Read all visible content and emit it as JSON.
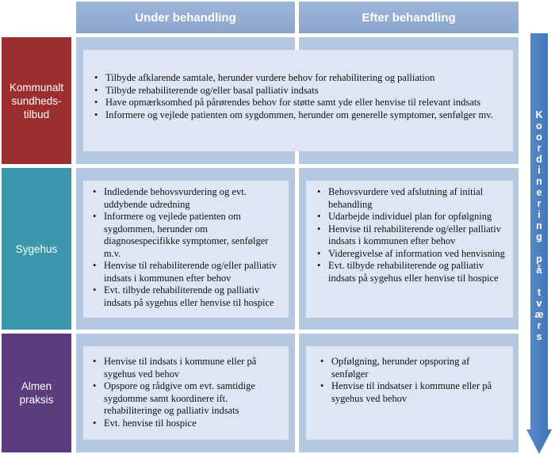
{
  "columns": [
    "Under behandling",
    "Efter behandling"
  ],
  "rows": [
    {
      "label": "Kommunalt\nsundheds-\ntilbud",
      "spanning": [
        "Tilbyde afklarende samtale, herunder vurdere behov for rehabilitering og palliation",
        "Tilbyde rehabiliterende og/eller basal palliativ indsats",
        "Have opmærksomhed på pårørendes behov for støtte samt yde eller henvise til relevant indsats",
        " Informere og vejlede patienten om sygdommen,  herunder om generelle symptomer, senfølger mv."
      ]
    },
    {
      "label": "Sygehus",
      "under": [
        "Indledende behovsvurdering og evt. uddybende udredning",
        "Informere og vejlede patienten om sygdommen, herunder om diagnosespecifikke symptomer, senfølger m.v.",
        "Henvise til rehabiliterende og/eller palliativ indsats i kommunen efter behov",
        "Evt. tilbyde rehabiliterende og palliativ indsats på sygehus eller henvise til hospice"
      ],
      "efter": [
        "Behovsvurdere  ved afslutning af initial behandling",
        "Udarbejde individuel plan for opfølgning",
        "Henvise til rehabiliterende og/eller palliativ indsats i kommunen efter behov",
        "Videregivelse af information ved henvisning",
        "Evt. tilbyde rehabiliterende og palliativ indsats på sygehus eller henvise til hospice"
      ]
    },
    {
      "label": "Almen\npraksis",
      "under": [
        "Henvise til indsats i kommune eller på sygehus ved behov",
        "Opspore og rådgive om evt. samtidige sygdomme samt koordinere ift. rehabiliteringe og palliativ indsats",
        "Evt. henvise til hospice"
      ],
      "efter": [
        "Opfølgning, herunder  opsporing af senfølger",
        "Henvise til indsatser i kommune eller på sygehus ved behov"
      ]
    }
  ],
  "arrow": {
    "text": "Koordinering på tværs",
    "color": "#4a7ebf"
  },
  "colors": {
    "header": "#8aa5cc",
    "kommunalt": "#9b2f30",
    "sygehus": "#3b97ab",
    "almen": "#5b3c7d",
    "cell_bg": "#b5c8e2",
    "box_bg": "#dde6f2"
  }
}
